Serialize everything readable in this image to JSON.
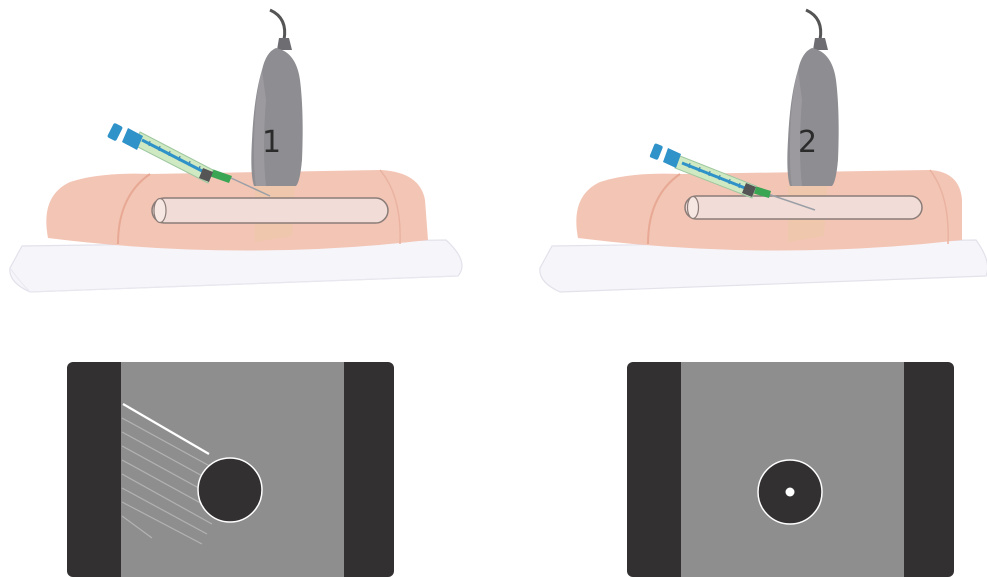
{
  "panels": [
    {
      "label": "1",
      "view": "in-plane"
    },
    {
      "label": "2",
      "view": "out-of-plane"
    }
  ],
  "colors": {
    "skin": "#f3c5b5",
    "skin_shadow": "#e8a994",
    "tray": "#f4f3f8",
    "vessel": "#efd7d2",
    "probe": "#8e8d92",
    "syringe_barrel": "#cfeac3",
    "syringe_blue": "#2f92c8",
    "needle_hub": "#3aa553",
    "us_frame": "#333031",
    "us_field": "#8e8e8e"
  },
  "icons": [
    "ultrasound-probe-icon",
    "syringe-icon",
    "vessel-icon",
    "gel-pad-icon"
  ]
}
